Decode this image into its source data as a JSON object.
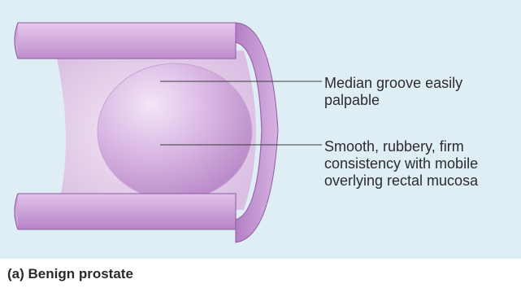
{
  "colors": {
    "panel_background": "#dfedf5",
    "caption_background": "#cfe3ef",
    "rectum_wall": "#c99ad5",
    "rectum_wall_dark": "#a56cb8",
    "lumen": "#eddcf0",
    "prostate": "#d6b2e0",
    "leader_line": "#3a3a3a",
    "text": "#2c2c2c"
  },
  "callouts": [
    {
      "lines": [
        "Median groove easily",
        "palpable"
      ]
    },
    {
      "lines": [
        "Smooth, rubbery, firm",
        "consistency with mobile",
        "overlying rectal mucosa"
      ]
    }
  ],
  "caption": "(a) Benign prostate"
}
